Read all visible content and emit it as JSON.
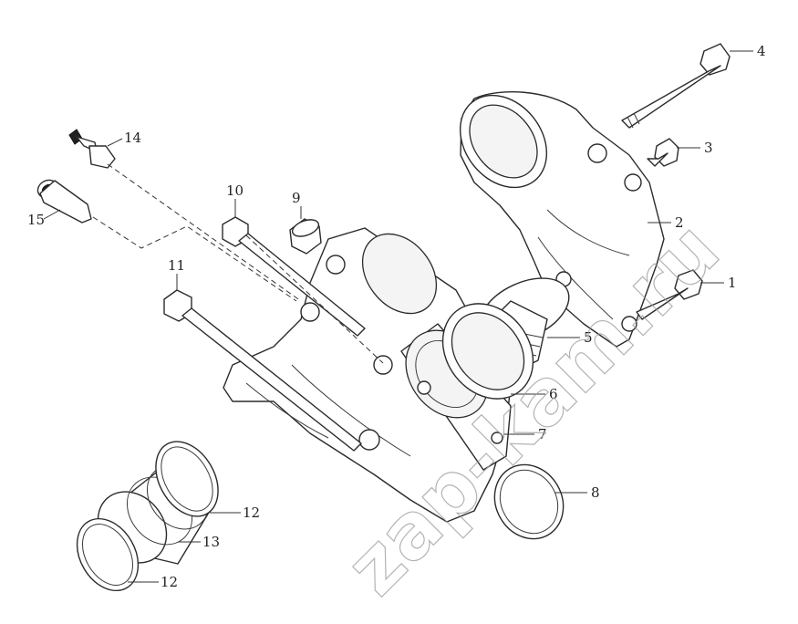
{
  "watermark": "zap-kam.ru",
  "callouts": {
    "c1": "1",
    "c2": "2",
    "c3": "3",
    "c4": "4",
    "c5": "5",
    "c6": "6",
    "c7": "7",
    "c8": "8",
    "c9": "9",
    "c10": "10",
    "c11": "11",
    "c12a": "12",
    "c12b": "12",
    "c13": "13",
    "c14": "14",
    "c15": "15"
  }
}
